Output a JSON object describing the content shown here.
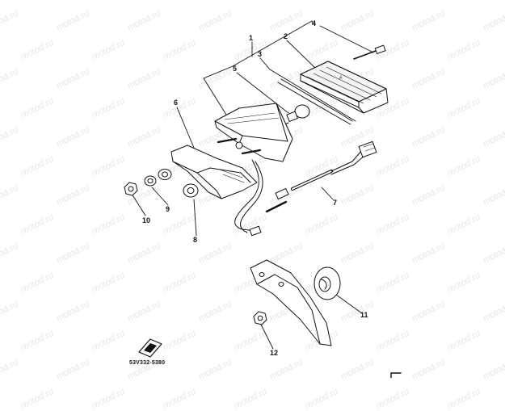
{
  "watermark": "motod.ru",
  "callouts": [
    {
      "id": "1",
      "label": "1"
    },
    {
      "id": "2",
      "label": "2"
    },
    {
      "id": "3",
      "label": "3"
    },
    {
      "id": "4",
      "label": "4"
    },
    {
      "id": "5",
      "label": "5"
    },
    {
      "id": "6",
      "label": "6"
    },
    {
      "id": "7",
      "label": "7"
    },
    {
      "id": "8",
      "label": "8"
    },
    {
      "id": "9",
      "label": "9"
    },
    {
      "id": "10",
      "label": "10"
    },
    {
      "id": "11",
      "label": "11"
    },
    {
      "id": "12",
      "label": "12"
    }
  ],
  "part_code": "53V332-5380",
  "colors": {
    "ink": "#111111",
    "watermark": "#e6e6e6",
    "background": "#ffffff"
  }
}
